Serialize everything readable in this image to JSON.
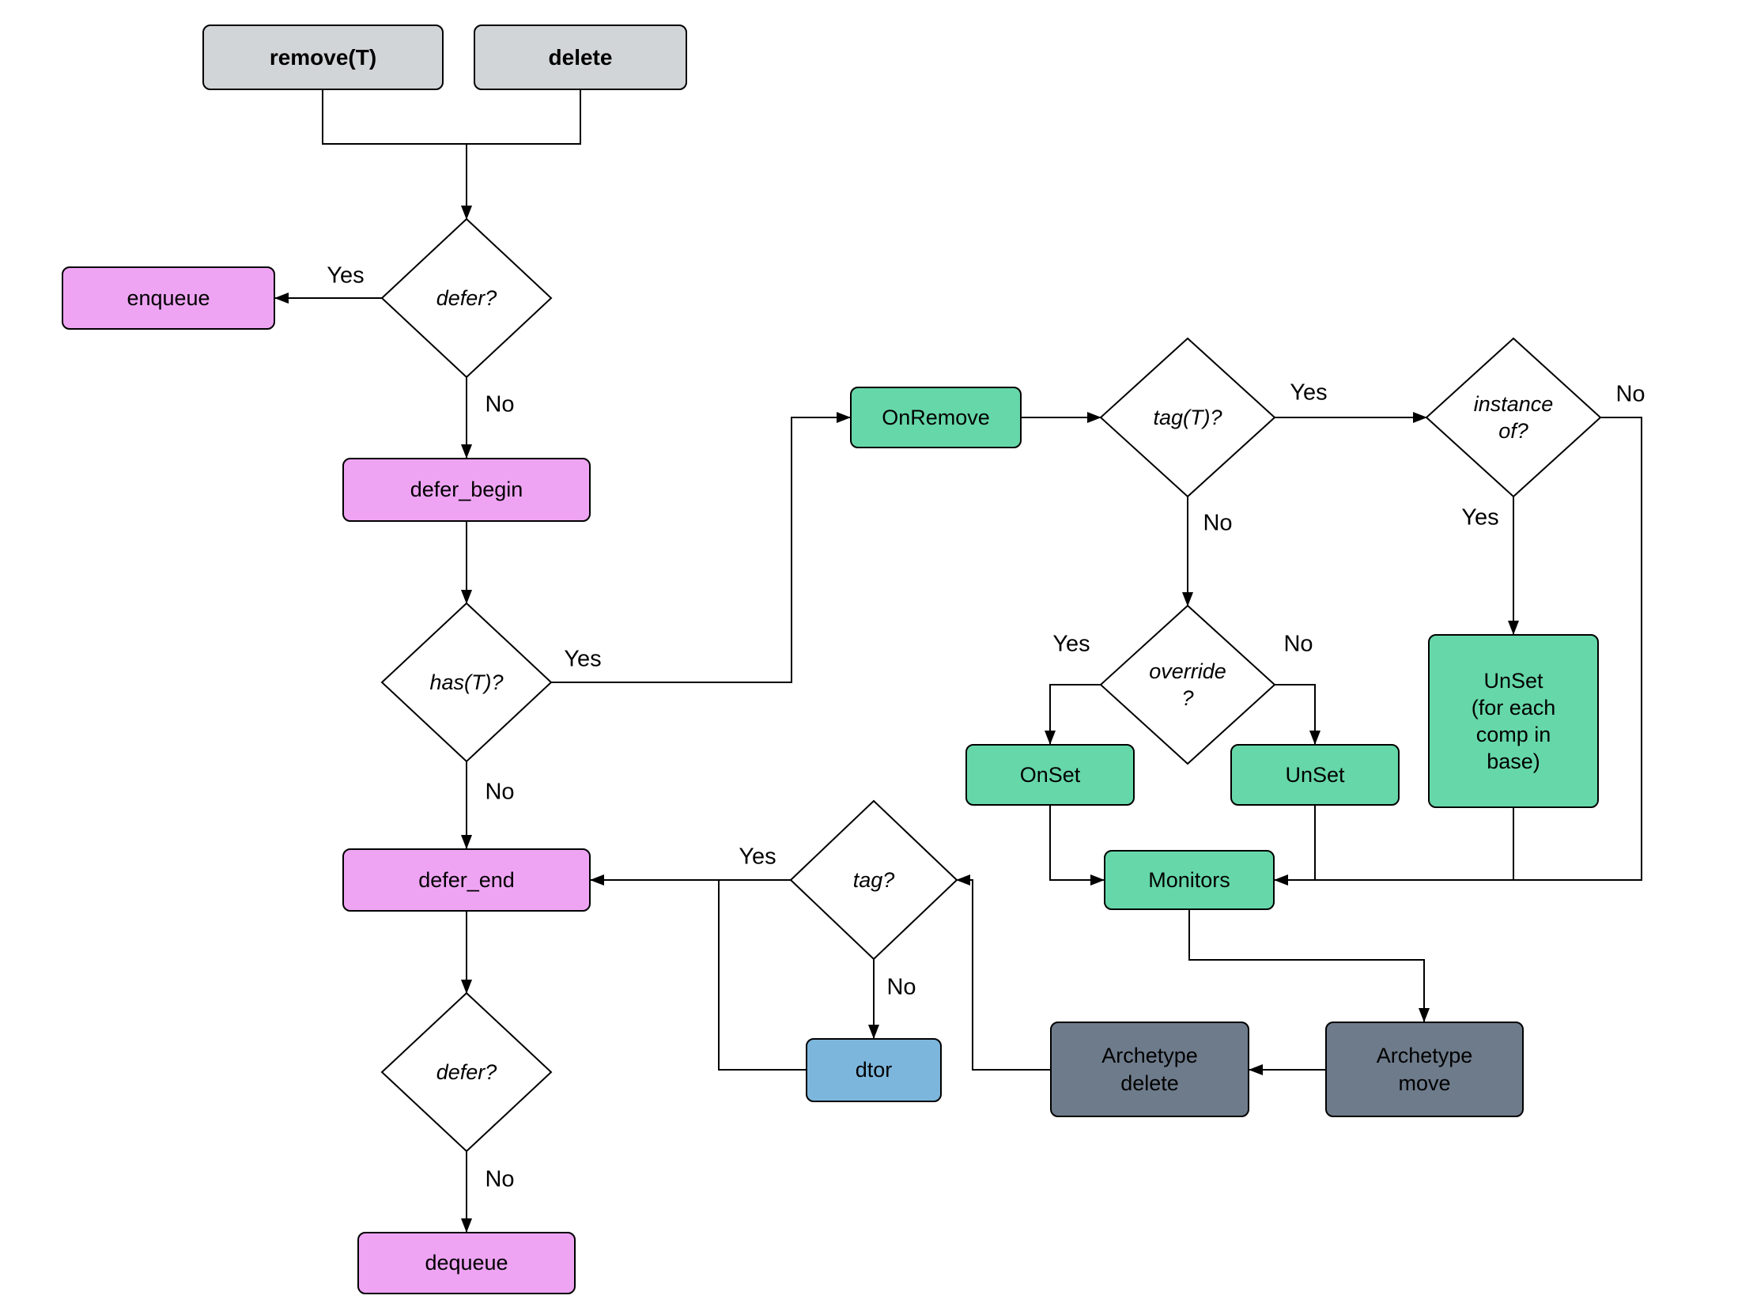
{
  "colors": {
    "gray": "#d2d5d7",
    "purple": "#eea4f3",
    "green": "#66d7a9",
    "slate": "#6e7b8b",
    "blue": "#7db6dc",
    "line": "#000000",
    "background": "#ffffff"
  },
  "nodes": {
    "remove_t": "remove(T)",
    "delete": "delete",
    "defer_1": "defer?",
    "enqueue": "enqueue",
    "defer_begin": "defer_begin",
    "has_t": "has(T)?",
    "on_remove": "OnRemove",
    "tag_t": "tag(T)?",
    "instance_of": "instance\nof?",
    "override": "override\n?",
    "unset_base": "UnSet\n(for each\ncomp in\nbase)",
    "on_set": "OnSet",
    "unset": "UnSet",
    "monitors": "Monitors",
    "archetype_delete": "Archetype\ndelete",
    "archetype_move": "Archetype\nmove",
    "tag": "tag?",
    "dtor": "dtor",
    "defer_end": "defer_end",
    "defer_2": "defer?",
    "dequeue": "dequeue"
  },
  "labels": {
    "yes": "Yes",
    "no": "No"
  }
}
